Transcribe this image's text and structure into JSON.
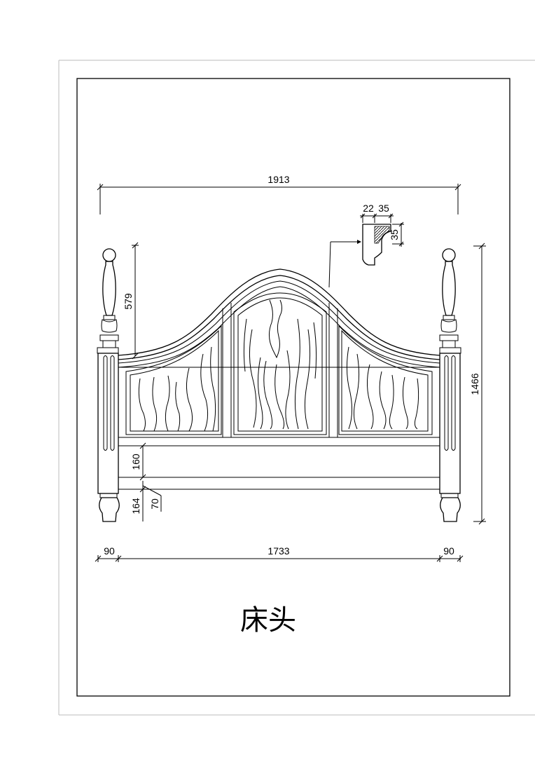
{
  "drawing": {
    "title": "床头",
    "dimensions": {
      "overall_width": "1913",
      "inner_width": "1733",
      "left_post_width": "90",
      "right_post_width": "90",
      "overall_height": "1466",
      "arch_height": "579",
      "rail_height": "160",
      "foot_height": "164",
      "foot_detail": "70"
    },
    "profile_detail": {
      "width_a": "22",
      "width_b": "35",
      "height": "35"
    }
  }
}
